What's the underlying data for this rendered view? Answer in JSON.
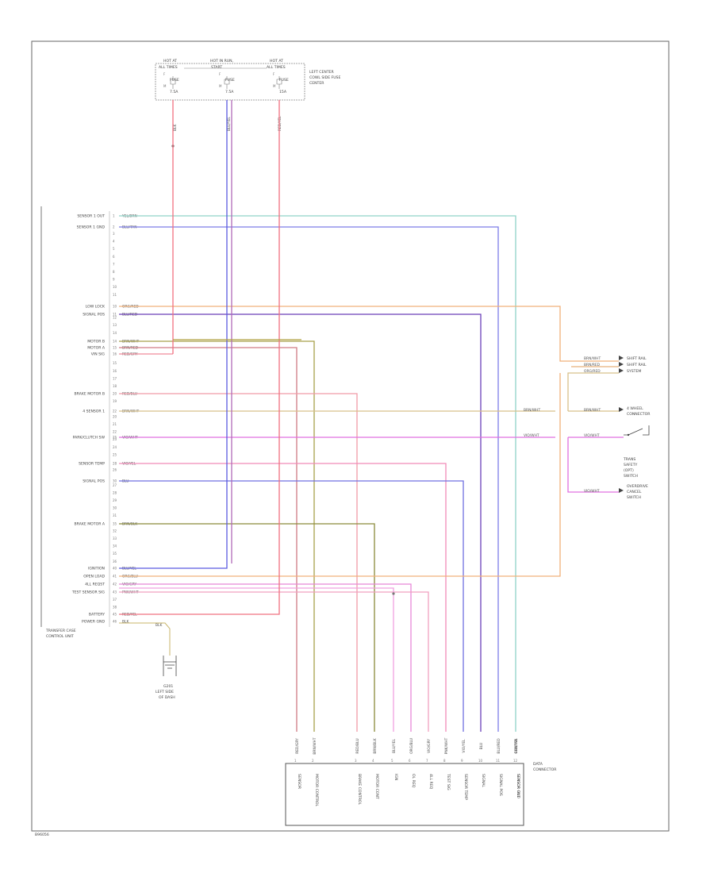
{
  "diagram_title": "",
  "footer_code": "B96056",
  "fuse_box": {
    "fuses": [
      {
        "l1": "HOT AT",
        "l2": "ALL TIMES",
        "l3": "F",
        "l4": "FUSE",
        "l5": "M",
        "l6": "7.5A"
      },
      {
        "l1": "HOT IN RUN,",
        "l2": "START",
        "l3": "F",
        "l4": "FUSE",
        "l5": "M",
        "l6": "7.5A"
      },
      {
        "l1": "HOT AT",
        "l2": "ALL TIMES",
        "l3": "F",
        "l4": "FUSE",
        "l5": "M",
        "l6": "15A"
      }
    ],
    "label_1": "LEFT CENTER",
    "label_2": "COWL SIDE FUSE",
    "label_3": "CENTER"
  },
  "module": {
    "name_1": "TRANSFER CASE",
    "name_2": "CONTROL UNIT",
    "labels": [
      {
        "pin": "1",
        "text": "SENSOR 1 OUT",
        "wire": "YEL/BRN"
      },
      {
        "pin": "2",
        "text": "SENSOR 1 GND",
        "wire": "BLU/TAN"
      },
      {
        "pin": "10",
        "text": "LOW LOCK",
        "wire": "ORG/RED"
      },
      {
        "pin": "11",
        "text": "SIGNAL POS",
        "wire": "BLU/RED"
      },
      {
        "pin": "14",
        "text": "MOTOR B",
        "wire": "BRN/WHT"
      },
      {
        "pin": "15",
        "text": "MOTOR A",
        "wire": "BRN/RED"
      },
      {
        "pin": "16",
        "text": "VIN SIG",
        "wire": "RED/GRY"
      },
      {
        "pin": "20",
        "text": "BRAKE MOTOR B",
        "wire": "RED/BLU"
      },
      {
        "pin": "22",
        "text": "4 SENSOR 1",
        "wire": "BRN/WHT"
      },
      {
        "pin": "25",
        "text": "PARK/CLUTCH SW",
        "wire": "VIO/WHT"
      },
      {
        "pin": "28",
        "text": "SENSOR TEMP",
        "wire": "VIO/YEL"
      },
      {
        "pin": "30",
        "text": "SIGNAL POS",
        "wire": "BLU"
      },
      {
        "pin": "35",
        "text": "BRAKE MOTOR A",
        "wire": "BRN/BLK"
      },
      {
        "pin": "40",
        "text": "IGNITION",
        "wire": "BLU/YEL"
      },
      {
        "pin": "41",
        "text": "OPEN LOAD",
        "wire": "ORG/BLU"
      },
      {
        "pin": "42",
        "text": "4LL REQST",
        "wire": "VIO/GRY"
      },
      {
        "pin": "43",
        "text": "TEST SENSOR SIG",
        "wire": "PNK/WHT"
      },
      {
        "pin": "45",
        "text": "BATTERY",
        "wire": "RED/YEL"
      },
      {
        "pin": "46",
        "text": "POWER GND",
        "wire": "BLK"
      }
    ]
  },
  "ground": {
    "wire": "BLK",
    "l1": "G201",
    "l2": "LEFT SIDE",
    "l3": "OF DASH"
  },
  "right_side": {
    "connector_1": {
      "w1": "BRN/WHT",
      "w2": "BRN/RED",
      "w3": "ORG/RED",
      "l1": "SHIFT RAIL",
      "l2": "SHIFT RAIL",
      "l3": "SYSTEM"
    },
    "neutral_switch": {
      "w_in": "BRN/WHT",
      "w_out": "BRN/WHT",
      "l1": "4 WHEEL",
      "l2": "CONNECTOR"
    },
    "park_switch": {
      "w_in": "VIO/WHT",
      "w_out": "VIO/WHT",
      "l1": "TRANS",
      "l2": "SAFETY",
      "l3": "(OPT)",
      "l4": "SWITCH"
    },
    "overdrive": {
      "w": "VIO/WHT",
      "l1": "OVERDRIVE",
      "l2": "CANCEL",
      "l3": "SWITCH"
    }
  },
  "dlc": {
    "label_1": "DATA",
    "label_2": "CONNECTOR",
    "pins": [
      {
        "wire": "RED/GRY",
        "label": "SENSOR"
      },
      {
        "wire": "BRN/WHT",
        "label": "MOTOR CONTROL"
      },
      {
        "wire": "RED/BLU",
        "label": "BRAKE CONTROL"
      },
      {
        "wire": "BRN/BLK",
        "label": "MOTOR CONT"
      },
      {
        "wire": "BLU/YEL",
        "label": "IGN"
      },
      {
        "wire": "ORG/BLU",
        "label": "OL REQ"
      },
      {
        "wire": "VIO/GRY",
        "label": "4LL REQ"
      },
      {
        "wire": "PNK/WHT",
        "label": "TEST SIG"
      },
      {
        "wire": "VIO/YEL",
        "label": "SENSOR TEMP"
      },
      {
        "wire": "BLU",
        "label": "SIGNAL"
      },
      {
        "wire": "BLU/RED",
        "label": "SIGNAL POS"
      },
      {
        "wire": "BLU/TAN",
        "label": "SENSOR GND"
      },
      {
        "wire": "GRN/YEL",
        "label": "SENSOR OUT"
      }
    ]
  }
}
